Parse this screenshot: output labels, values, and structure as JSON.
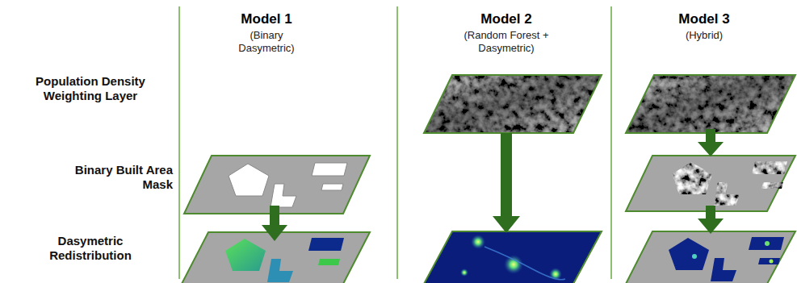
{
  "diagram": {
    "labels": [
      "Model 1",
      "(Binary Dasymetric)",
      "Model 2",
      "(Random Forest + Dasymetric)",
      "Model 3",
      "(Hybrid)",
      "Population Density Weighting Layer",
      "Binary Built Area Mask",
      "Dasymetric Redistribution"
    ]
  }
}
